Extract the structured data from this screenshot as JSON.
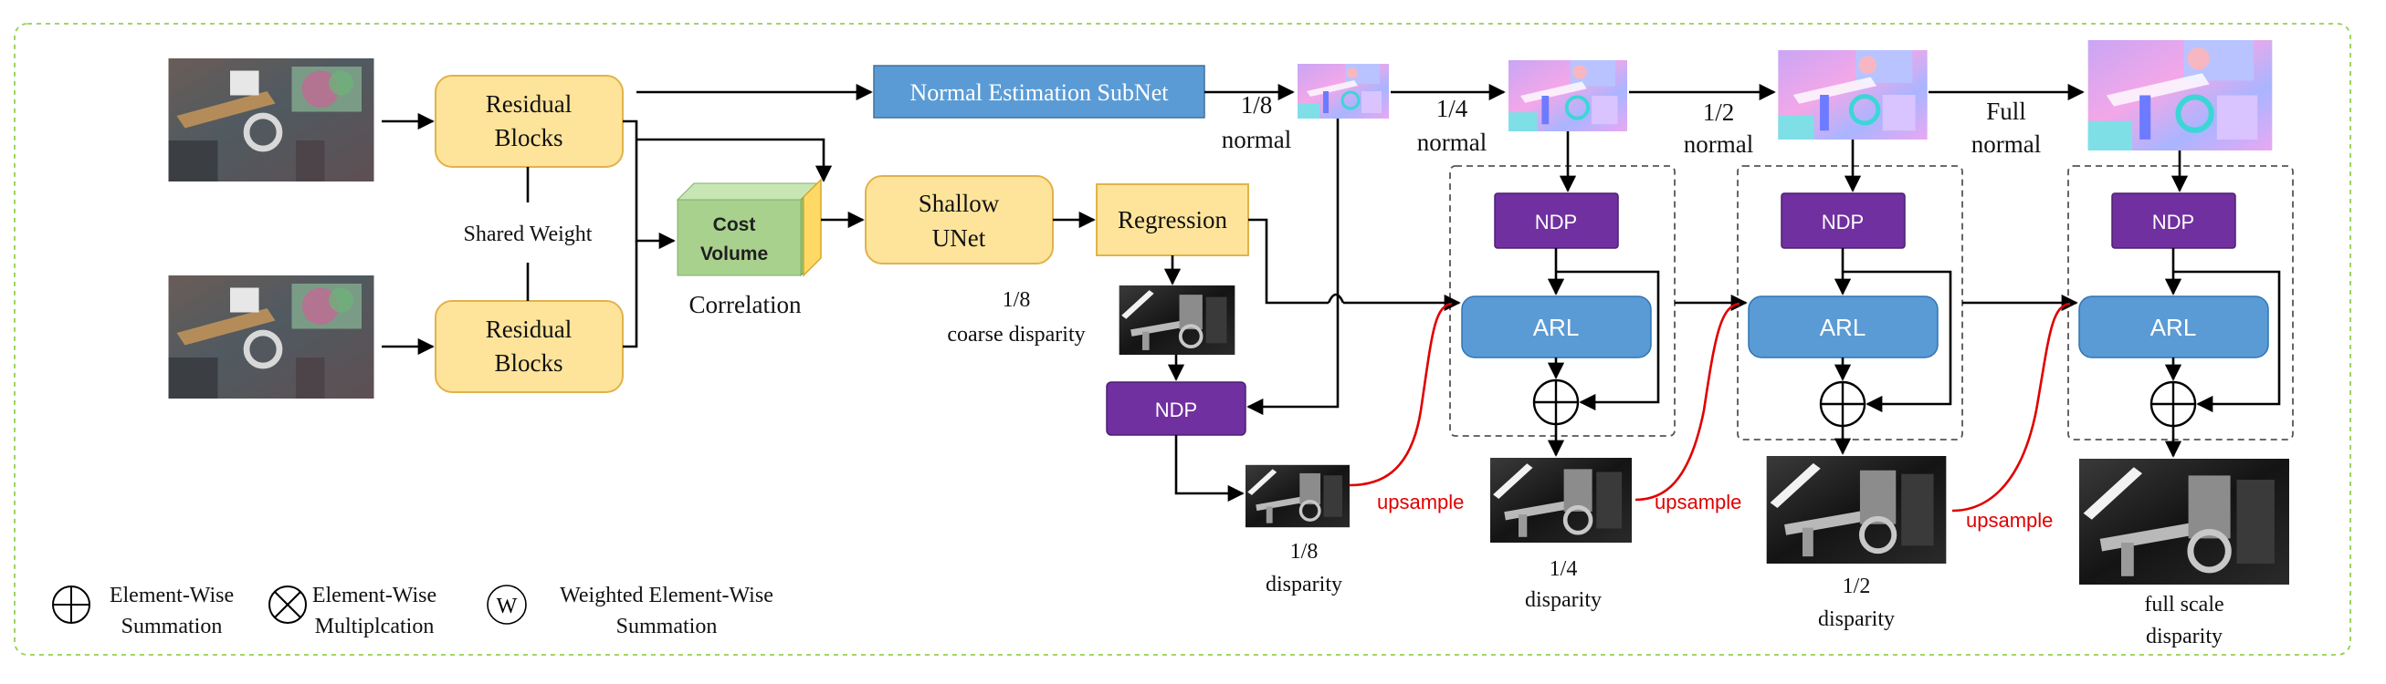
{
  "blocks": {
    "residual_top": [
      "Residual",
      "Blocks"
    ],
    "residual_bottom": [
      "Residual",
      "Blocks"
    ],
    "shared_weight": "Shared Weight",
    "cost_volume": [
      "Cost",
      "Volume"
    ],
    "correlation": "Correlation",
    "normal_subnet": "Normal Estimation SubNet",
    "shallow_unet": [
      "Shallow",
      "UNet"
    ],
    "regression": "Regression",
    "ndp": "NDP",
    "arl": "ARL"
  },
  "labels": {
    "normal_1_8": [
      "1/8",
      "normal"
    ],
    "normal_1_4": [
      "1/4",
      "normal"
    ],
    "normal_1_2": [
      "1/2",
      "normal"
    ],
    "normal_full": [
      "Full",
      "normal"
    ],
    "coarse_disparity": [
      "1/8",
      "coarse disparity"
    ],
    "disp_1_8": [
      "1/8",
      "disparity"
    ],
    "disp_1_4": [
      "1/4",
      "disparity"
    ],
    "disp_1_2": [
      "1/2",
      "disparity"
    ],
    "disp_full": [
      "full scale",
      "disparity"
    ],
    "upsample": "upsample"
  },
  "legend": {
    "sum": [
      "Element-Wise",
      "Summation"
    ],
    "mul": [
      "Element-Wise",
      "Multiplcation"
    ],
    "weighted_symbol": "W",
    "weighted": [
      "Weighted Element-Wise",
      "Summation"
    ]
  },
  "colors": {
    "residual": "#fde49a",
    "ndp": "#7030a0",
    "arl": "#5b9bd5",
    "subnet": "#5b9bd5",
    "cost_volume": "#a9d18e",
    "upsample_line": "#e00000",
    "frame": "#92d050"
  }
}
